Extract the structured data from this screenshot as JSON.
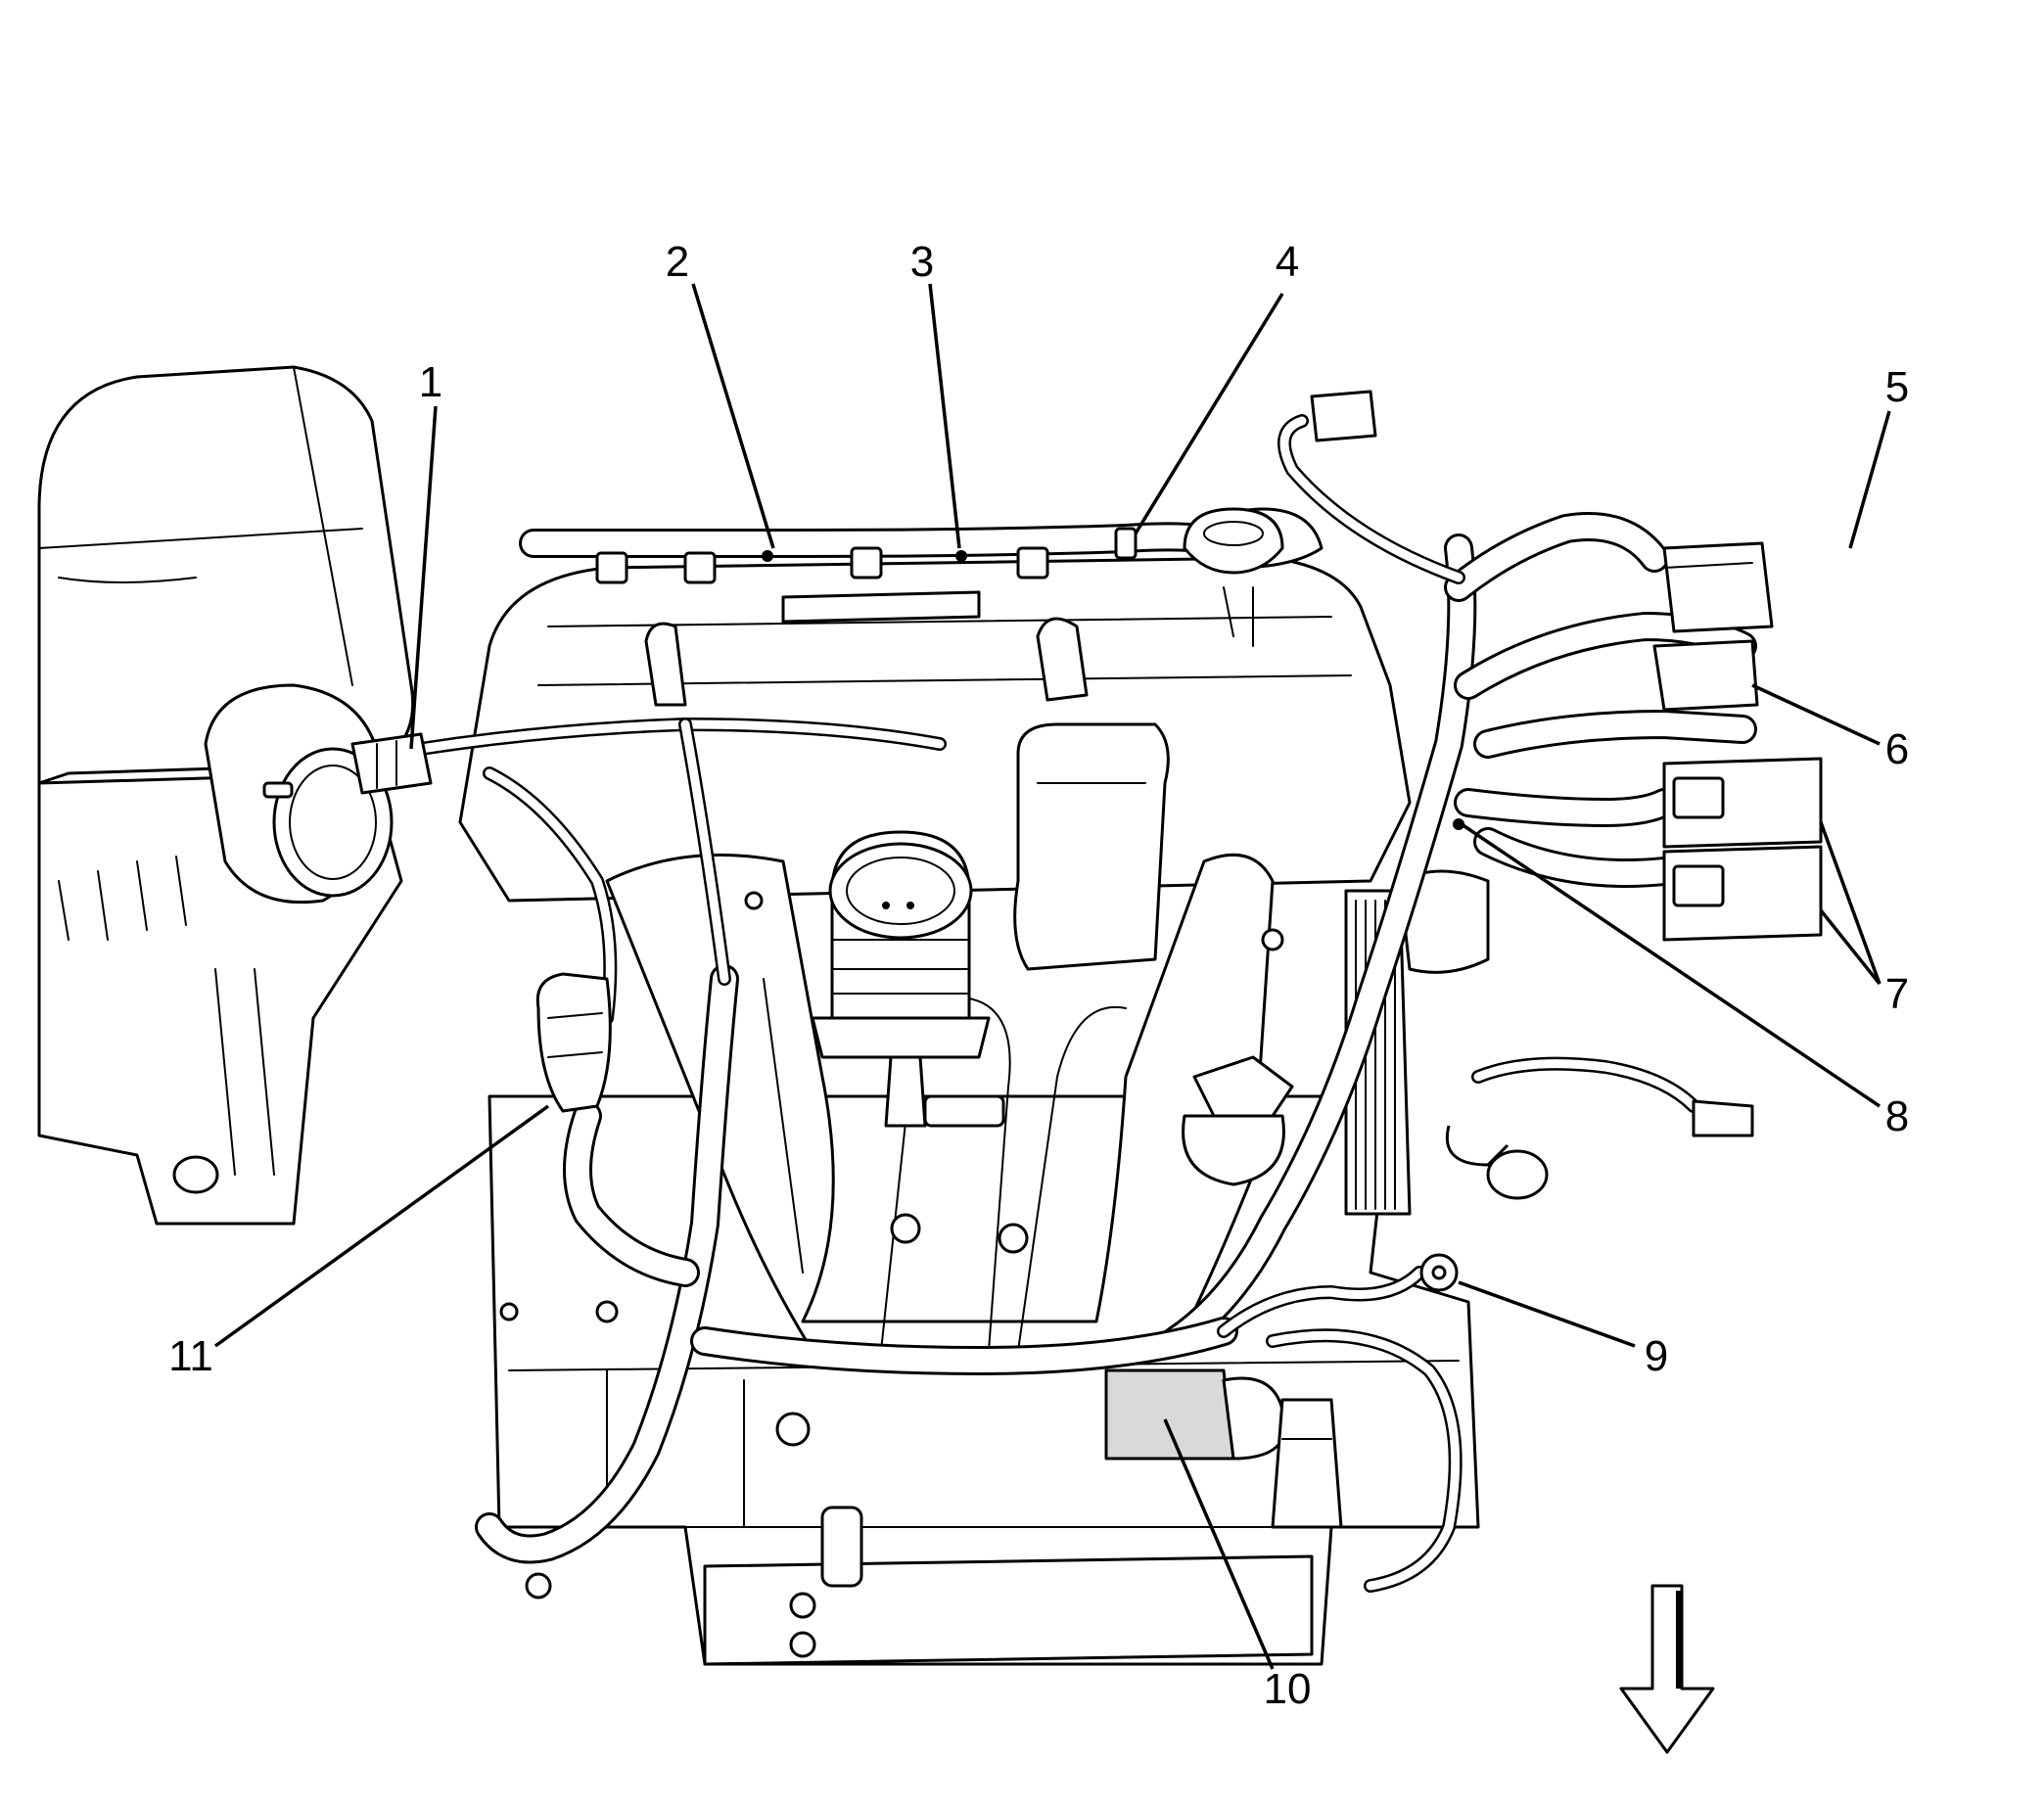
{
  "diagram": {
    "callouts": [
      {
        "id": "1",
        "label": "1"
      },
      {
        "id": "2",
        "label": "2"
      },
      {
        "id": "3",
        "label": "3"
      },
      {
        "id": "4",
        "label": "4"
      },
      {
        "id": "5",
        "label": "5"
      },
      {
        "id": "6",
        "label": "6"
      },
      {
        "id": "7",
        "label": "7"
      },
      {
        "id": "8",
        "label": "8"
      },
      {
        "id": "9",
        "label": "9"
      },
      {
        "id": "10",
        "label": "10"
      },
      {
        "id": "11",
        "label": "11"
      }
    ],
    "direction_arrow": "down-arrow-icon"
  }
}
